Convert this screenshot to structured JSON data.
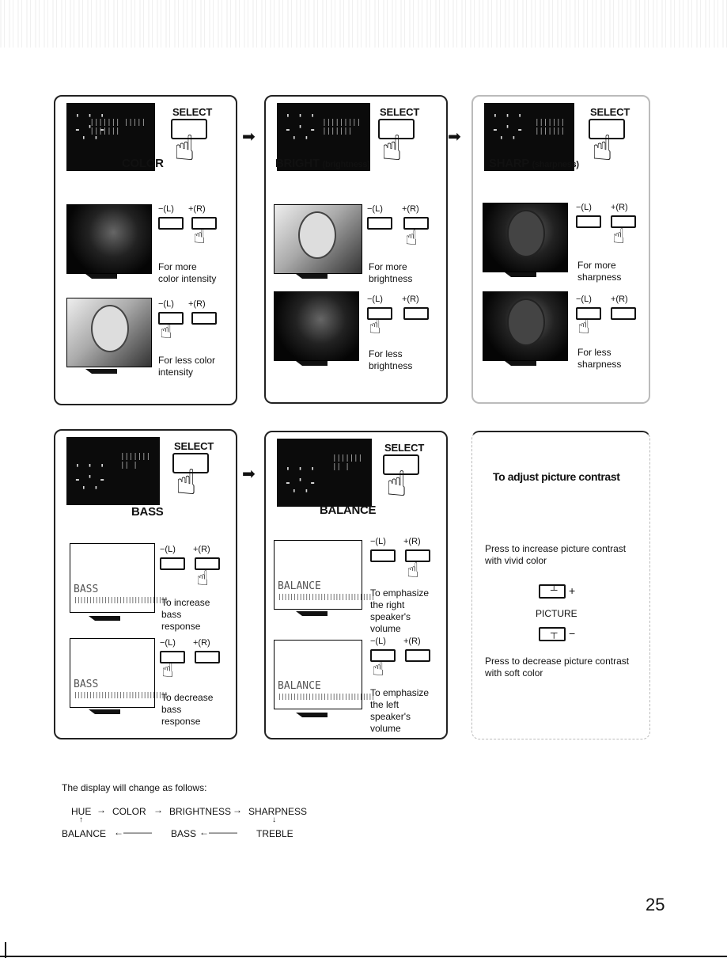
{
  "page_number": "25",
  "select_label": "SELECT",
  "minus_label": "−(L)",
  "plus_label": "+(R)",
  "color": {
    "title": "COLOR",
    "more": "For more\ncolor intensity",
    "less": "For less color\nintensity"
  },
  "bright": {
    "title": "BRIGHT",
    "sub": "(brightness)",
    "more": "For more\nbrightness",
    "less": "For less\nbrightness"
  },
  "sharp": {
    "title": "SHARP",
    "sub": "(sharpness)",
    "more": "For more\nsharpness",
    "less": "For less\nsharpness"
  },
  "bass": {
    "title": "BASS",
    "lcd": "BASS",
    "more": "To increase\nbass\nresponse",
    "less": "To decrease\nbass\nresponse"
  },
  "balance": {
    "title": "BALANCE",
    "lcd": "BALANCE",
    "more": "To emphasize\nthe right\nspeaker's\nvolume",
    "less": "To emphasize\nthe left\nspeaker's\nvolume"
  },
  "contrast": {
    "title": "To adjust picture contrast",
    "increase": "Press to increase picture contrast\nwith vivid color",
    "plus": "+",
    "picture": "PICTURE",
    "minus": "−",
    "decrease": "Press to decrease picture contrast\nwith soft color"
  },
  "sequence": {
    "intro": "The display will change as follows:",
    "hue": "HUE",
    "color": "COLOR",
    "brightness": "BRIGHTNESS",
    "sharpness": "SHARPNESS",
    "balance": "BALANCE",
    "bass": "BASS",
    "treble": "TREBLE"
  }
}
